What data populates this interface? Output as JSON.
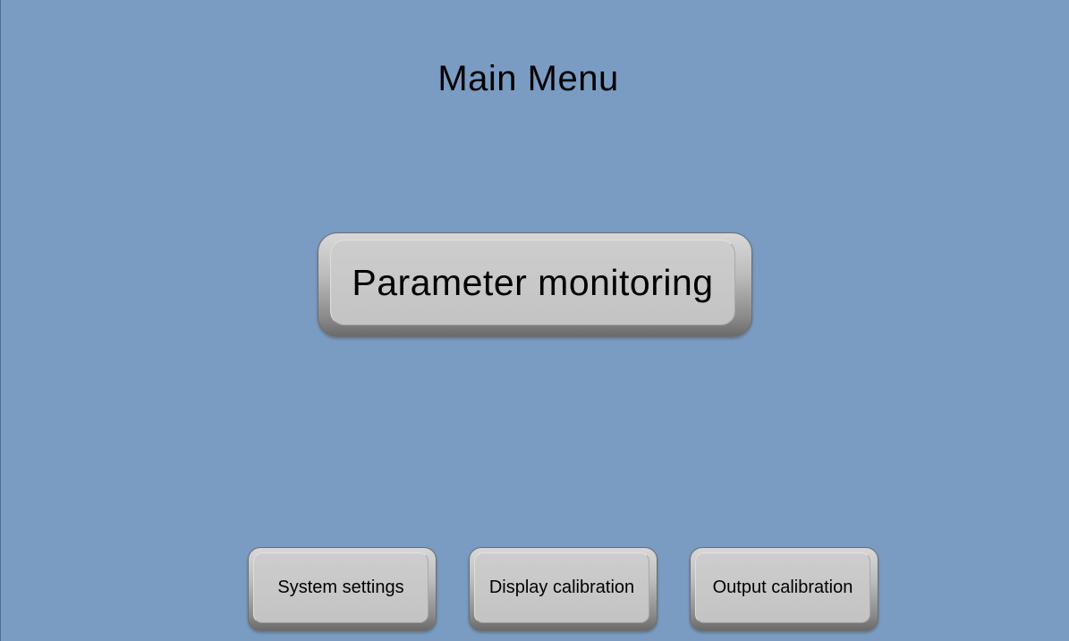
{
  "header": {
    "title": "Main Menu"
  },
  "main": {
    "primary_button_label": "Parameter monitoring"
  },
  "footer": {
    "buttons": [
      {
        "label": "System settings"
      },
      {
        "label": "Display calibration"
      },
      {
        "label": "Output calibration"
      }
    ]
  },
  "colors": {
    "background": "#7b9cc2",
    "button_face": "#c8c8c8",
    "text": "#000000"
  }
}
